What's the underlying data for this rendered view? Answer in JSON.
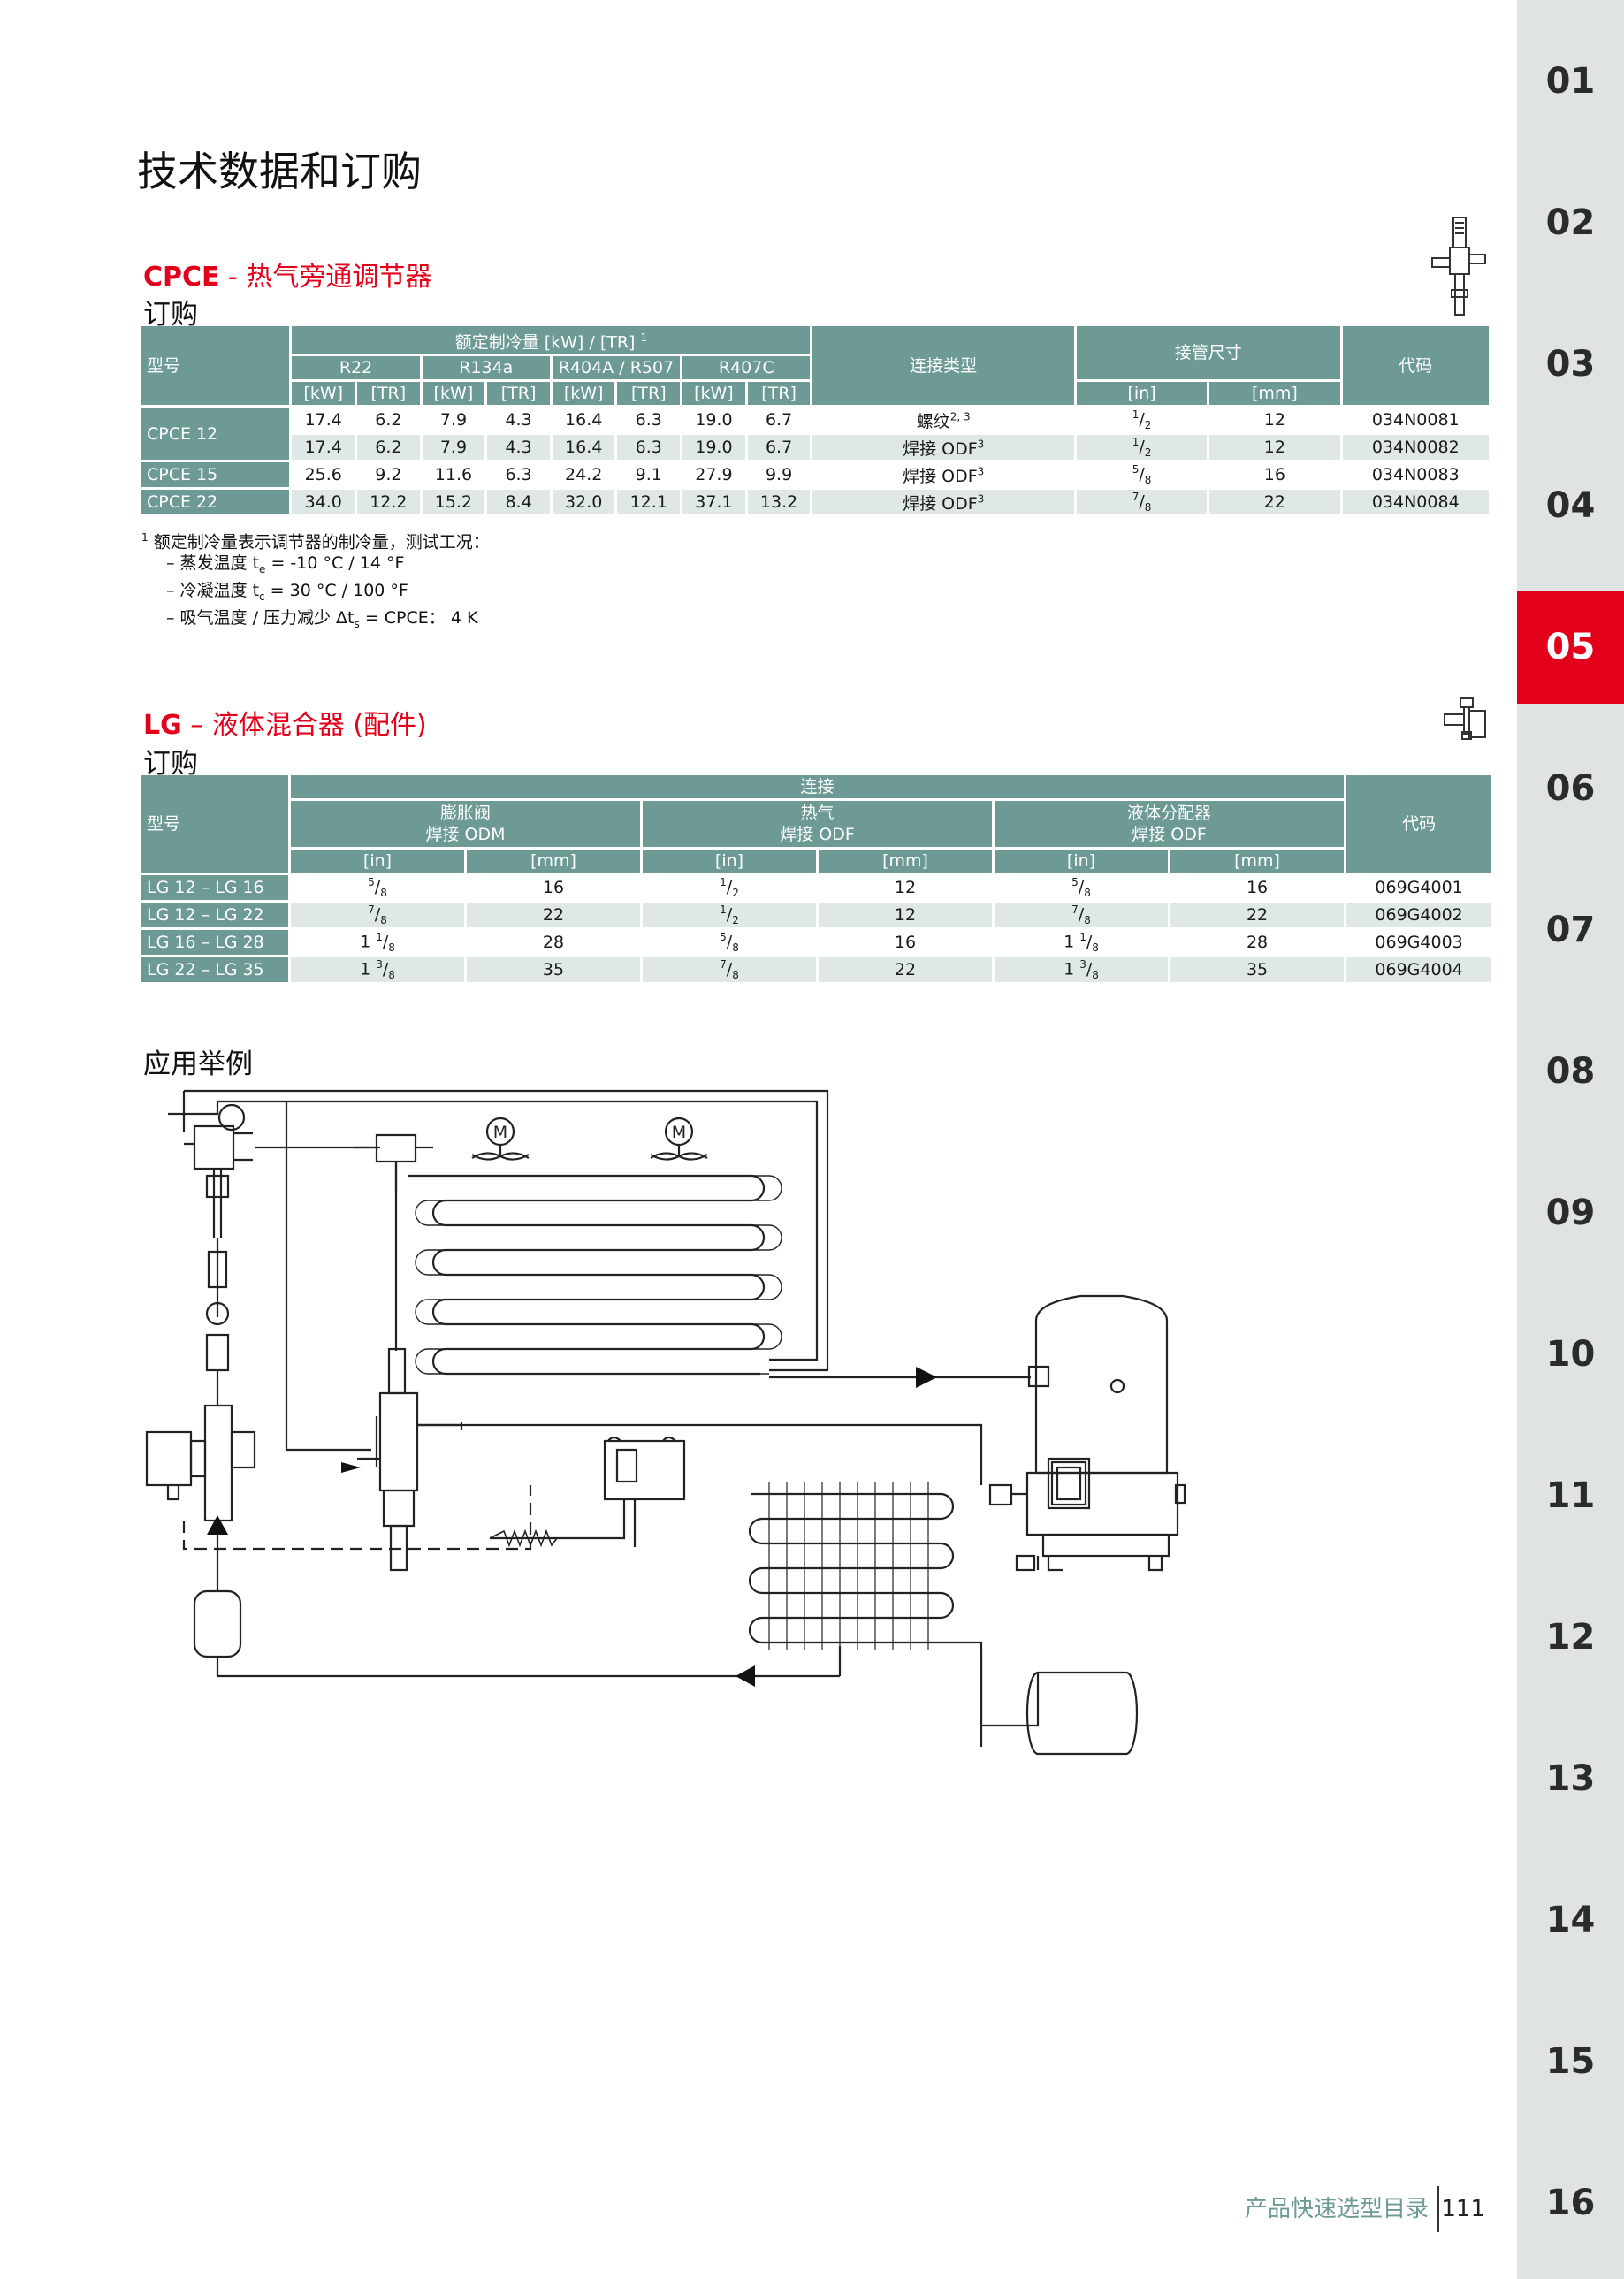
{
  "page": {
    "title": "技术数据和订购",
    "chapters": [
      "01",
      "02",
      "03",
      "04",
      "05",
      "06",
      "07",
      "08",
      "09",
      "10",
      "11",
      "12",
      "13",
      "14",
      "15",
      "16"
    ],
    "active_chapter": "05",
    "footer_text": "产品快速选型目录",
    "page_number": "111"
  },
  "cpce": {
    "title_code": "CPCE",
    "title_rest": " - 热气旁通调节器",
    "subtitle": "订购",
    "headers": {
      "model": "型号",
      "capacity": "额定制冷量 [kW] / [TR]",
      "capacity_sup": "1",
      "refrigerants": [
        "R22",
        "R134a",
        "R404A / R507",
        "R407C"
      ],
      "unit_kw": "[kW]",
      "unit_tr": "[TR]",
      "connection": "连接类型",
      "pipe_size": "接管尺寸",
      "unit_in": "[in]",
      "unit_mm": "[mm]",
      "code": "代码"
    },
    "rows": [
      {
        "model": "CPCE 12",
        "values": [
          "17.4",
          "6.2",
          "7.9",
          "4.3",
          "16.4",
          "6.3",
          "19.0",
          "6.7"
        ],
        "connection": "螺纹",
        "conn_sup": "2, 3",
        "in_num": "1",
        "in_den": "2",
        "mm": "12",
        "code": "034N0081"
      },
      {
        "model": "",
        "values": [
          "17.4",
          "6.2",
          "7.9",
          "4.3",
          "16.4",
          "6.3",
          "19.0",
          "6.7"
        ],
        "connection": "焊接 ODF",
        "conn_sup": "3",
        "in_num": "1",
        "in_den": "2",
        "mm": "12",
        "code": "034N0082"
      },
      {
        "model": "CPCE 15",
        "values": [
          "25.6",
          "9.2",
          "11.6",
          "6.3",
          "24.2",
          "9.1",
          "27.9",
          "9.9"
        ],
        "connection": "焊接 ODF",
        "conn_sup": "3",
        "in_num": "5",
        "in_den": "8",
        "mm": "16",
        "code": "034N0083"
      },
      {
        "model": "CPCE 22",
        "values": [
          "34.0",
          "12.2",
          "15.2",
          "8.4",
          "32.0",
          "12.1",
          "37.1",
          "13.2"
        ],
        "connection": "焊接 ODF",
        "conn_sup": "3",
        "in_num": "7",
        "in_den": "8",
        "mm": "22",
        "code": "034N0084"
      }
    ],
    "notes": {
      "n1_sup": "1",
      "n1": "额定制冷量表示调节器的制冷量，测试工况：",
      "n2": "– 蒸发温度 t",
      "n2_sub": "e",
      "n2_rest": " = -10 °C / 14 °F",
      "n3": "– 冷凝温度 t",
      "n3_sub": "c",
      "n3_rest": " = 30 °C / 100 °F",
      "n4": "– 吸气温度 / 压力减少 Δt",
      "n4_sub": "s",
      "n4_rest": " = CPCE： 4 K"
    }
  },
  "lg": {
    "title_code": "LG",
    "title_rest": " – 液体混合器 (配件)",
    "subtitle": "订购",
    "headers": {
      "model": "型号",
      "connection": "连接",
      "groups": [
        {
          "l1": "膨胀阀",
          "l2": "焊接 ODM"
        },
        {
          "l1": "热气",
          "l2": "焊接 ODF"
        },
        {
          "l1": "液体分配器",
          "l2": "焊接 ODF"
        }
      ],
      "unit_in": "[in]",
      "unit_mm": "[mm]",
      "code": "代码"
    },
    "rows": [
      {
        "model": "LG 12 – LG 16",
        "cells": [
          [
            "",
            "5",
            "8"
          ],
          "16",
          [
            "",
            "1",
            "2"
          ],
          "12",
          [
            "",
            "5",
            "8"
          ],
          "16"
        ],
        "code": "069G4001"
      },
      {
        "model": "LG 12 – LG 22",
        "cells": [
          [
            "",
            "7",
            "8"
          ],
          "22",
          [
            "",
            "1",
            "2"
          ],
          "12",
          [
            "",
            "7",
            "8"
          ],
          "22"
        ],
        "code": "069G4002"
      },
      {
        "model": "LG 16 – LG 28",
        "cells": [
          [
            "1 ",
            "1",
            "8"
          ],
          "28",
          [
            "",
            "5",
            "8"
          ],
          "16",
          [
            "1 ",
            "1",
            "8"
          ],
          "28"
        ],
        "code": "069G4003"
      },
      {
        "model": "LG 22 – LG 35",
        "cells": [
          [
            "1 ",
            "3",
            "8"
          ],
          "35",
          [
            "",
            "7",
            "8"
          ],
          "22",
          [
            "1 ",
            "3",
            "8"
          ],
          "35"
        ],
        "code": "069G4004"
      }
    ]
  },
  "application": {
    "title": "应用举例",
    "motor_symbol": "M"
  },
  "colors": {
    "accent": "#e2001a",
    "table_header": "#6d9a94",
    "row_alt": "#dfe8e7",
    "tab_bg": "#dfe3e3"
  }
}
